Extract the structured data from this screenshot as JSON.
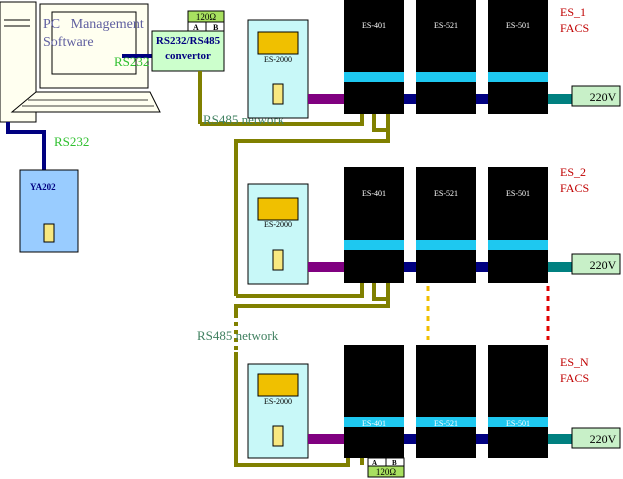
{
  "pc": {
    "title_line1": "PC   Management",
    "title_line2": "Software"
  },
  "link_labels": {
    "rs232_top": "RS232",
    "rs232_left": "RS232",
    "rs485_network_1": "RS485 network",
    "rs485_network_2": "RS485 network"
  },
  "converter": {
    "line1": "RS232/RS485",
    "line2": "convertor",
    "terminator": "120Ω",
    "terminal_a": "A",
    "terminal_b": "B"
  },
  "ya202": {
    "label": "YA202"
  },
  "rows": [
    {
      "panel": "ES-2000",
      "modules": [
        "ES-401",
        "ES-521",
        "ES-501"
      ],
      "group_line1": "ES_1",
      "group_line2": "FACS",
      "power": "220V"
    },
    {
      "panel": "ES-2000",
      "modules": [
        "ES-401",
        "ES-521",
        "ES-501"
      ],
      "group_line1": "ES_2",
      "group_line2": "FACS",
      "power": "220V"
    },
    {
      "panel": "ES-2000",
      "modules": [
        "ES-401",
        "ES-521",
        "ES-501"
      ],
      "group_line1": "ES_N",
      "group_line2": "FACS",
      "power": "220V"
    }
  ],
  "bottom_terminator": {
    "value": "120Ω",
    "terminal_a": "A",
    "terminal_b": "B"
  },
  "colors": {
    "bus_olive": "#808000",
    "navy_link": "#000080",
    "module_black": "#000000",
    "module_strip": "#1ec8f0",
    "panel_fill": "#c8f8f8",
    "panel_screen": "#f0c000",
    "panel_button": "#f8e880",
    "purple_link": "#800080",
    "teal_link": "#008080",
    "power_box": "#c8f0c8",
    "ya202_fill": "#99ccff",
    "green_label": "#30c030",
    "network_label": "#408060",
    "group_label": "#c00000",
    "pc_text": "#6060a0",
    "dash_yellow": "#f0c000",
    "dash_red": "#e00000"
  }
}
